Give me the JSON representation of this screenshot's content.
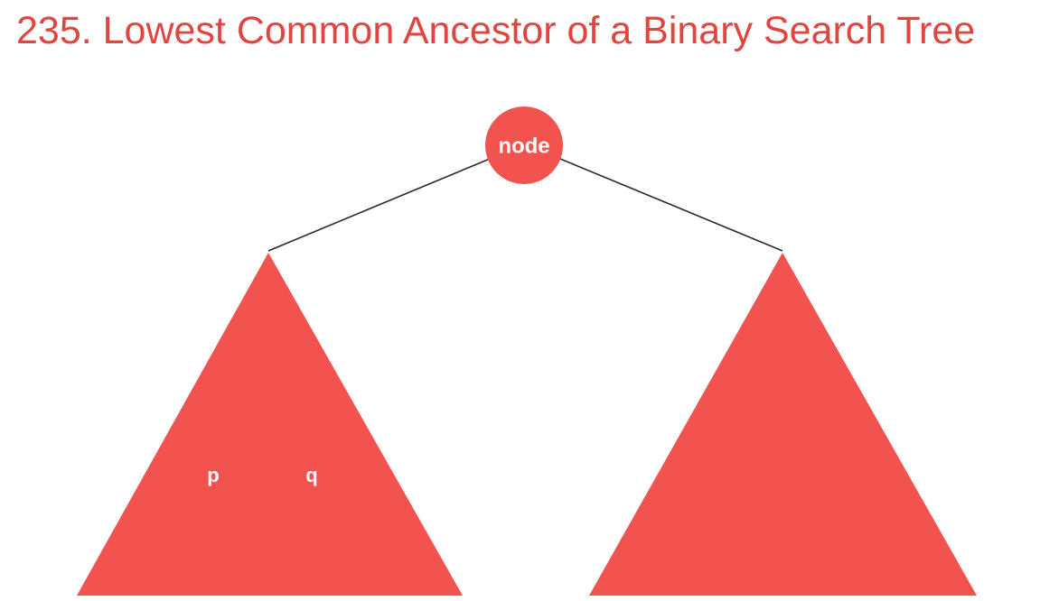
{
  "title": "235. Lowest Common Ancestor of a Binary Search Tree",
  "root": {
    "label": "node"
  },
  "left_subtree": {
    "labels": [
      "p",
      "q"
    ]
  },
  "right_subtree": {
    "labels": []
  },
  "colors": {
    "title": "#e0463f",
    "shape_fill": "#f2534f",
    "edge": "#2b2b2b",
    "label_text": "#ffffff"
  }
}
